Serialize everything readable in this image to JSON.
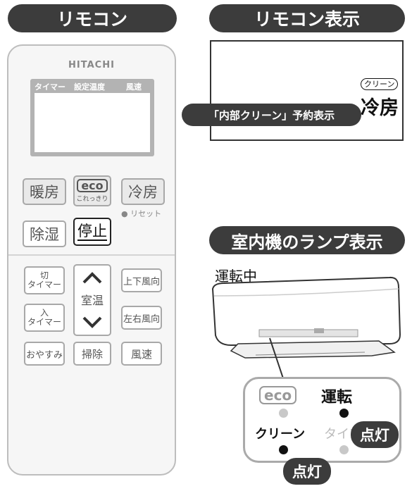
{
  "headers": {
    "remote": "リモコン",
    "remote_display": "リモコン表示",
    "indoor_lamp": "室内機のランプ表示"
  },
  "remote": {
    "brand": "HITACHI",
    "lcd_labels": [
      "タイマー",
      "設定温度",
      "風速"
    ],
    "buttons": {
      "heat": "暖房",
      "eco": "eco",
      "eco_sub": "これっきり",
      "cool": "冷房",
      "reset": "● リセット",
      "dehumid": "除湿",
      "stop": "停止",
      "off_timer_1": "切",
      "off_timer_2": "タイマー",
      "on_timer_1": "入",
      "on_timer_2": "タイマー",
      "room_temp": "室温",
      "vertical_dir": "上下風向",
      "horizontal_dir": "左右風向",
      "sleep": "おやすみ",
      "clean": "掃除",
      "fan_speed": "風速"
    }
  },
  "display": {
    "clean_badge": "クリーン",
    "reservation": "「内部クリーン」予約表示",
    "mode": "冷房"
  },
  "indoor": {
    "operating": "運転中",
    "lamps": {
      "eco": "eco",
      "run": "運転",
      "clean": "クリーン",
      "timer": "タイマー"
    },
    "lit_label_1": "点灯",
    "lit_label_2": "点灯"
  }
}
